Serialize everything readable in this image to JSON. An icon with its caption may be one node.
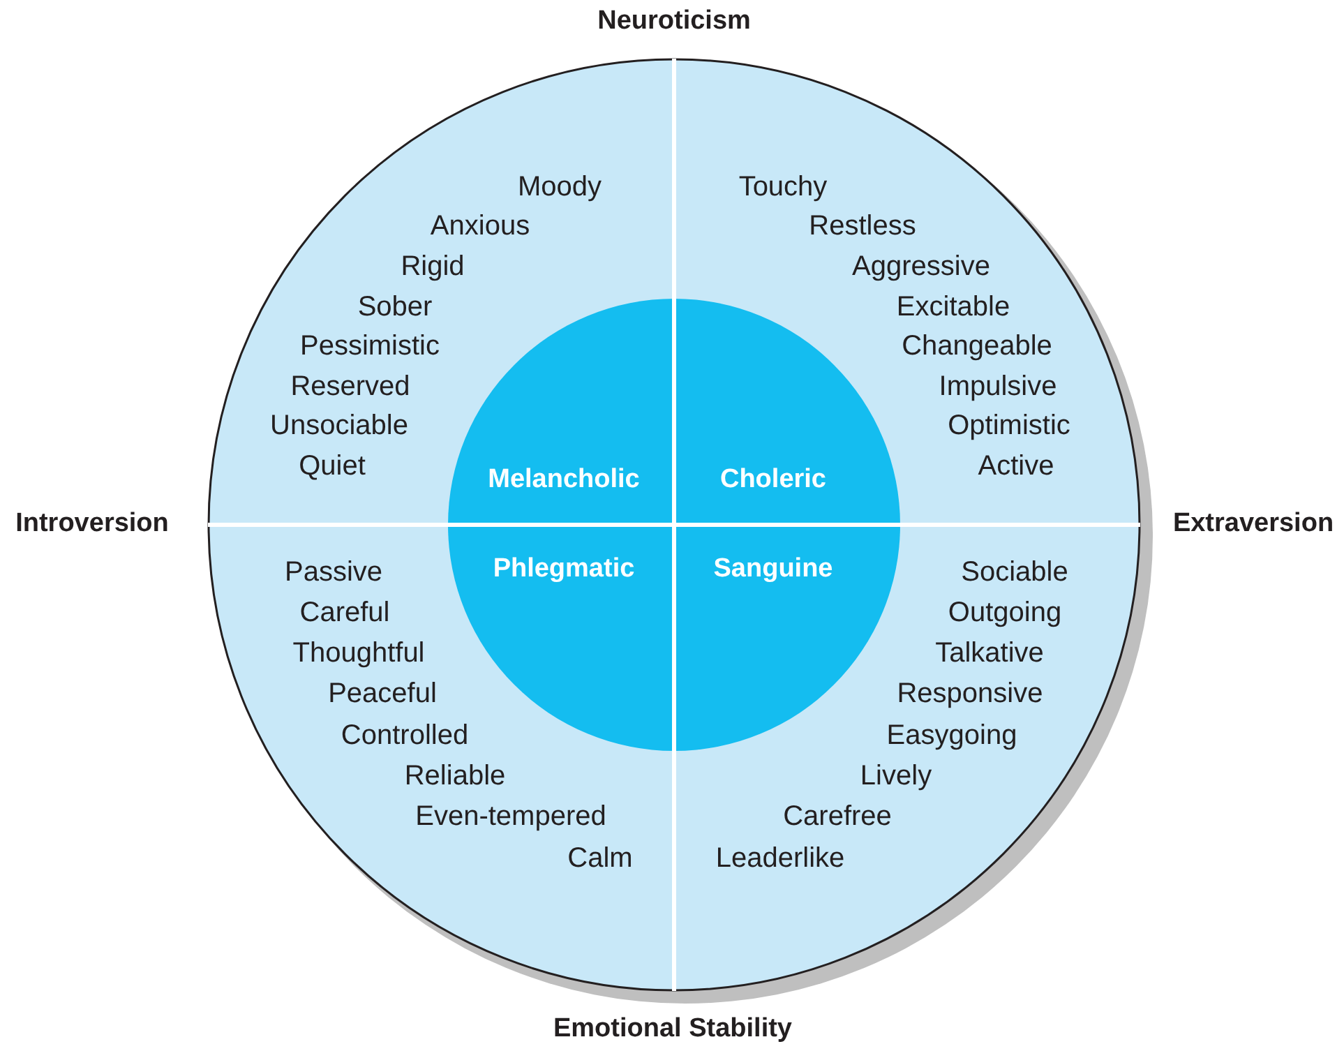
{
  "diagram": {
    "nodes": [
      {
        "text": [],
        "shape": "circle"
      },
      {
        "text": [
          "Melancholic"
        ],
        "in": 0
      },
      {
        "text": [
          "Choleric"
        ],
        "in": 0
      },
      {
        "text": [
          "Phlegmatic"
        ],
        "in": 0
      },
      {
        "text": [
          "Sanguine"
        ],
        "in": 0
      }
    ],
    "labels": [
      "Neuroticism",
      "Moody",
      "Anxious",
      "Rigid",
      "Sober",
      "Pessimistic",
      "Reserved",
      "Unsociable",
      "Quiet",
      "Touchy",
      "Restless",
      "Aggressive",
      "Excitable",
      "Changeable",
      "Impulsive",
      "Optimistic",
      "Active",
      "Introversion",
      "Extraversion",
      "Passive",
      "Careful",
      "Thoughtful",
      "Peaceful",
      "Controlled",
      "Reliable",
      "Even-tempered",
      "Calm",
      "Sociable",
      "Outgoing",
      "Talkative",
      "Responsive",
      "Easygoing",
      "Lively",
      "Carefree",
      "Leaderlike",
      "Emotional Stability"
    ]
  }
}
